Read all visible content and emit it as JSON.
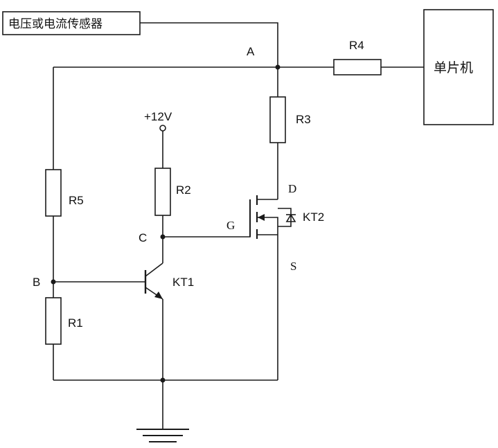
{
  "blocks": {
    "sensor": "电压或电流传感器",
    "mcu": "单片机"
  },
  "nodes": {
    "a": "A",
    "b": "B",
    "c": "C"
  },
  "supply": "+12V",
  "resistors": {
    "r1": "R1",
    "r2": "R2",
    "r3": "R3",
    "r4": "R4",
    "r5": "R5"
  },
  "transistors": {
    "kt1": "KT1",
    "kt2": "KT2"
  },
  "mosfet_pins": {
    "drain": "D",
    "gate": "G",
    "source": "S"
  },
  "colors": {
    "line": "#1a1a1a",
    "background": "#ffffff"
  }
}
